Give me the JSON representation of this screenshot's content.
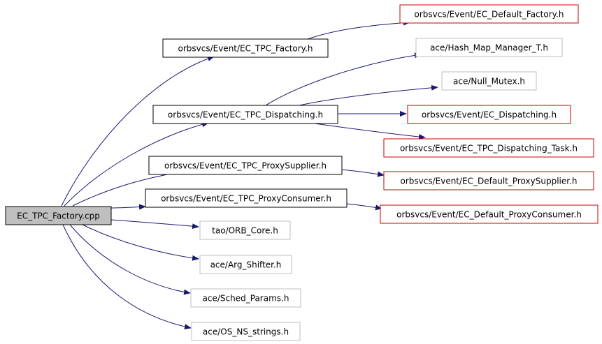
{
  "colors": {
    "root_fill": "#bfbfbf",
    "node_border_black": "#000000",
    "node_border_red": "#cc0000",
    "node_border_gray": "#bfbfbf",
    "edge": "#191970"
  },
  "nodes": {
    "root": {
      "label": "EC_TPC_Factory.cpp",
      "border": "black",
      "filled": true
    },
    "factory_h": {
      "label": "orbsvcs/Event/EC_TPC_Factory.h",
      "border": "black"
    },
    "dispatching_h": {
      "label": "orbsvcs/Event/EC_TPC_Dispatching.h",
      "border": "black"
    },
    "proxysupplier_h": {
      "label": "orbsvcs/Event/EC_TPC_ProxySupplier.h",
      "border": "black"
    },
    "proxyconsumer_h": {
      "label": "orbsvcs/Event/EC_TPC_ProxyConsumer.h",
      "border": "black"
    },
    "default_factory_h": {
      "label": "orbsvcs/Event/EC_Default_Factory.h",
      "border": "red"
    },
    "hash_map_h": {
      "label": "ace/Hash_Map_Manager_T.h",
      "border": "gray"
    },
    "null_mutex_h": {
      "label": "ace/Null_Mutex.h",
      "border": "gray"
    },
    "ec_dispatching_h": {
      "label": "orbsvcs/Event/EC_Dispatching.h",
      "border": "red"
    },
    "dispatching_task_h": {
      "label": "orbsvcs/Event/EC_TPC_Dispatching_Task.h",
      "border": "red"
    },
    "default_proxysupplier_h": {
      "label": "orbsvcs/Event/EC_Default_ProxySupplier.h",
      "border": "red"
    },
    "default_proxyconsumer_h": {
      "label": "orbsvcs/Event/EC_Default_ProxyConsumer.h",
      "border": "red"
    },
    "orb_core_h": {
      "label": "tao/ORB_Core.h",
      "border": "gray"
    },
    "arg_shifter_h": {
      "label": "ace/Arg_Shifter.h",
      "border": "gray"
    },
    "sched_params_h": {
      "label": "ace/Sched_Params.h",
      "border": "gray"
    },
    "os_ns_strings_h": {
      "label": "ace/OS_NS_strings.h",
      "border": "gray"
    }
  },
  "edges": [
    [
      "root",
      "factory_h"
    ],
    [
      "root",
      "dispatching_h"
    ],
    [
      "root",
      "proxysupplier_h"
    ],
    [
      "root",
      "proxyconsumer_h"
    ],
    [
      "root",
      "orb_core_h"
    ],
    [
      "root",
      "arg_shifter_h"
    ],
    [
      "root",
      "sched_params_h"
    ],
    [
      "root",
      "os_ns_strings_h"
    ],
    [
      "factory_h",
      "default_factory_h"
    ],
    [
      "dispatching_h",
      "hash_map_h"
    ],
    [
      "dispatching_h",
      "null_mutex_h"
    ],
    [
      "dispatching_h",
      "ec_dispatching_h"
    ],
    [
      "dispatching_h",
      "dispatching_task_h"
    ],
    [
      "proxysupplier_h",
      "default_proxysupplier_h"
    ],
    [
      "proxyconsumer_h",
      "default_proxyconsumer_h"
    ]
  ]
}
